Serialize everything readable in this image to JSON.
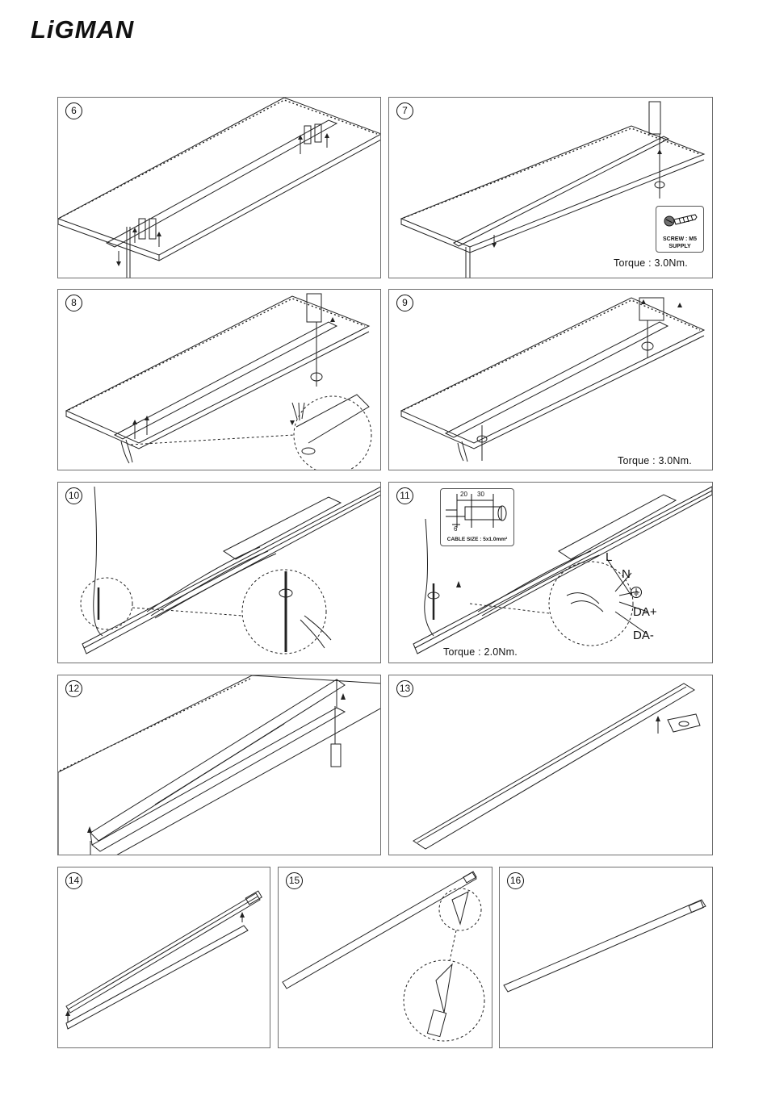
{
  "brand": {
    "logo_text": "LiGMAN"
  },
  "steps": {
    "s6": {
      "number": "6"
    },
    "s7": {
      "number": "7",
      "torque": "Torque : 3.0Nm.",
      "screw_line1": "SCREW : M5",
      "screw_line2": "SUPPLY"
    },
    "s8": {
      "number": "8"
    },
    "s9": {
      "number": "9",
      "torque": "Torque : 3.0Nm."
    },
    "s10": {
      "number": "10"
    },
    "s11": {
      "number": "11",
      "torque": "Torque : 2.0Nm.",
      "dim_a": "20",
      "dim_b": "30",
      "dim_c": "6",
      "cable_size": "CABLE SIZE : 5x1.0mm²",
      "wires": {
        "l": "L",
        "n": "N",
        "da_plus": "DA+",
        "da_minus": "DA-"
      }
    },
    "s12": {
      "number": "12"
    },
    "s13": {
      "number": "13"
    },
    "s14": {
      "number": "14"
    },
    "s15": {
      "number": "15"
    },
    "s16": {
      "number": "16"
    }
  }
}
